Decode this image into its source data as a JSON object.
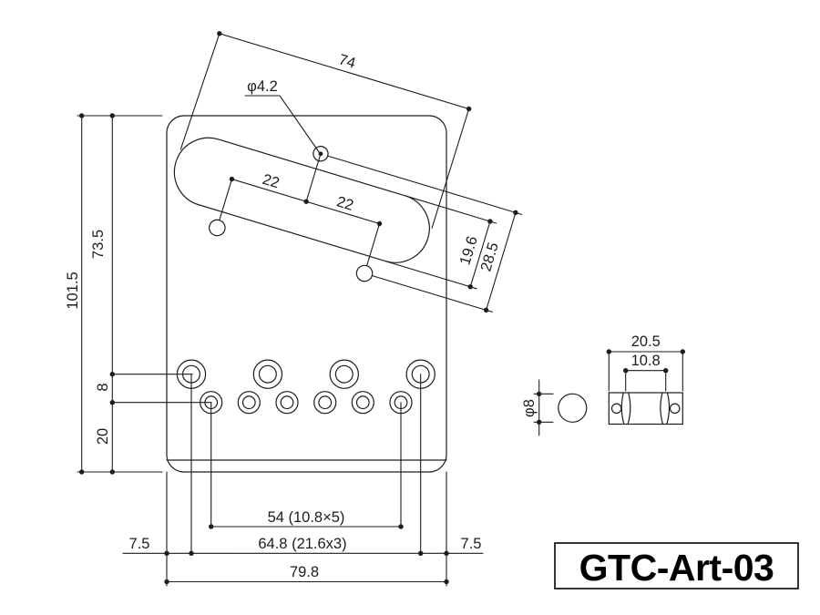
{
  "part_code": "GTC-Art-03",
  "colors": {
    "line": "#1d1d1b",
    "background": "#ffffff"
  },
  "plate": {
    "slot_length": "74",
    "screw_hole_dia": "φ4.2",
    "screw_pitch_left": "22",
    "screw_pitch_right": "22",
    "slot_width": "19.6",
    "screw_row_span": "28.5",
    "overall_height": "101.5",
    "top_to_mount_holes": "73.5",
    "hole_rows_gap": "8",
    "holes_to_bottom_edge": "20",
    "string_hole_span": "54 (10.8×5)",
    "mount_hole_span": "64.8 (21.6x3)",
    "left_margin": "7.5",
    "right_margin": "7.5",
    "overall_width": "79.8"
  },
  "saddle": {
    "length": "20.5",
    "groove_pitch": "10.8",
    "barrel_dia": "φ8"
  }
}
